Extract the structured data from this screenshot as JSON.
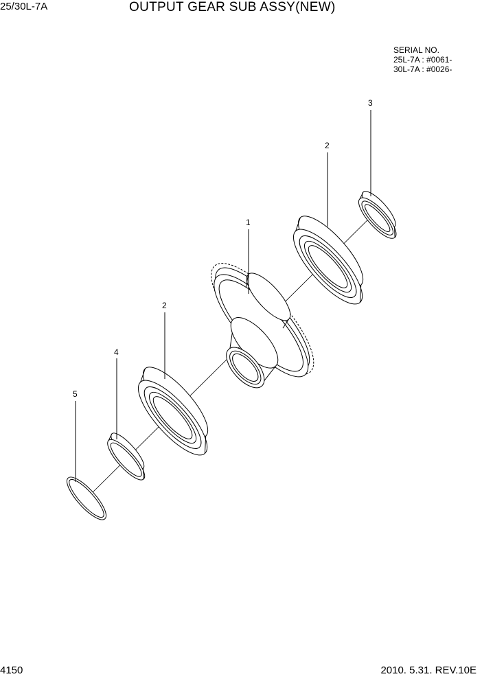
{
  "header": {
    "model": "25/30L-7A",
    "title": "OUTPUT GEAR SUB ASSY(NEW)"
  },
  "serial_block": {
    "heading": "SERIAL NO.",
    "lines": [
      "25L-7A : #0061-",
      "30L-7A : #0026-"
    ]
  },
  "callouts": {
    "c1": "1",
    "c2_upper": "2",
    "c2_lower": "2",
    "c3": "3",
    "c4": "4",
    "c5": "5"
  },
  "footer": {
    "page_number": "4150",
    "date_revision": "2010. 5.31.  REV.10E"
  }
}
